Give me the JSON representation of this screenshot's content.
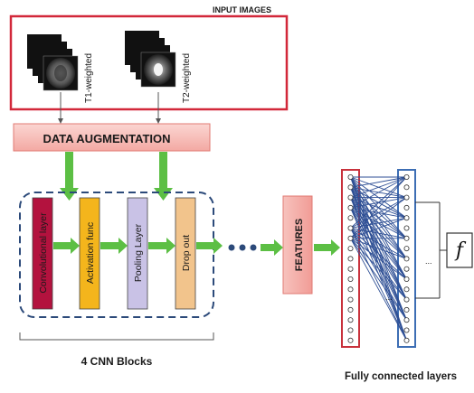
{
  "input_images": {
    "title": "INPUT IMAGES",
    "t1_label": "T1-weighted",
    "t2_label": "T2-weighted"
  },
  "data_augmentation": {
    "label": "DATA AUGMENTATION"
  },
  "cnn_block": {
    "layers": [
      {
        "label": "Convolutional layer",
        "color": "#b3123e"
      },
      {
        "label": "Activation func",
        "color": "#f4b51c"
      },
      {
        "label": "Pooling Layer",
        "color": "#c9c2e6"
      },
      {
        "label": "Drop out",
        "color": "#f2c48c"
      }
    ],
    "caption": "4 CNN Blocks"
  },
  "features": {
    "label": "FEATURES"
  },
  "fully_connected": {
    "caption": "Fully connected layers",
    "ellipsis": "..."
  },
  "output": {
    "symbol": "f"
  },
  "colors": {
    "input_border": "#d2283a",
    "augmentation_fill": "#f6b9b4",
    "arrow_green": "#5cbf44",
    "dashed_border": "#2c4a7a",
    "fc_red": "#c8323c",
    "fc_blue": "#3d6eb4",
    "connection_line": "#2d4e94"
  }
}
